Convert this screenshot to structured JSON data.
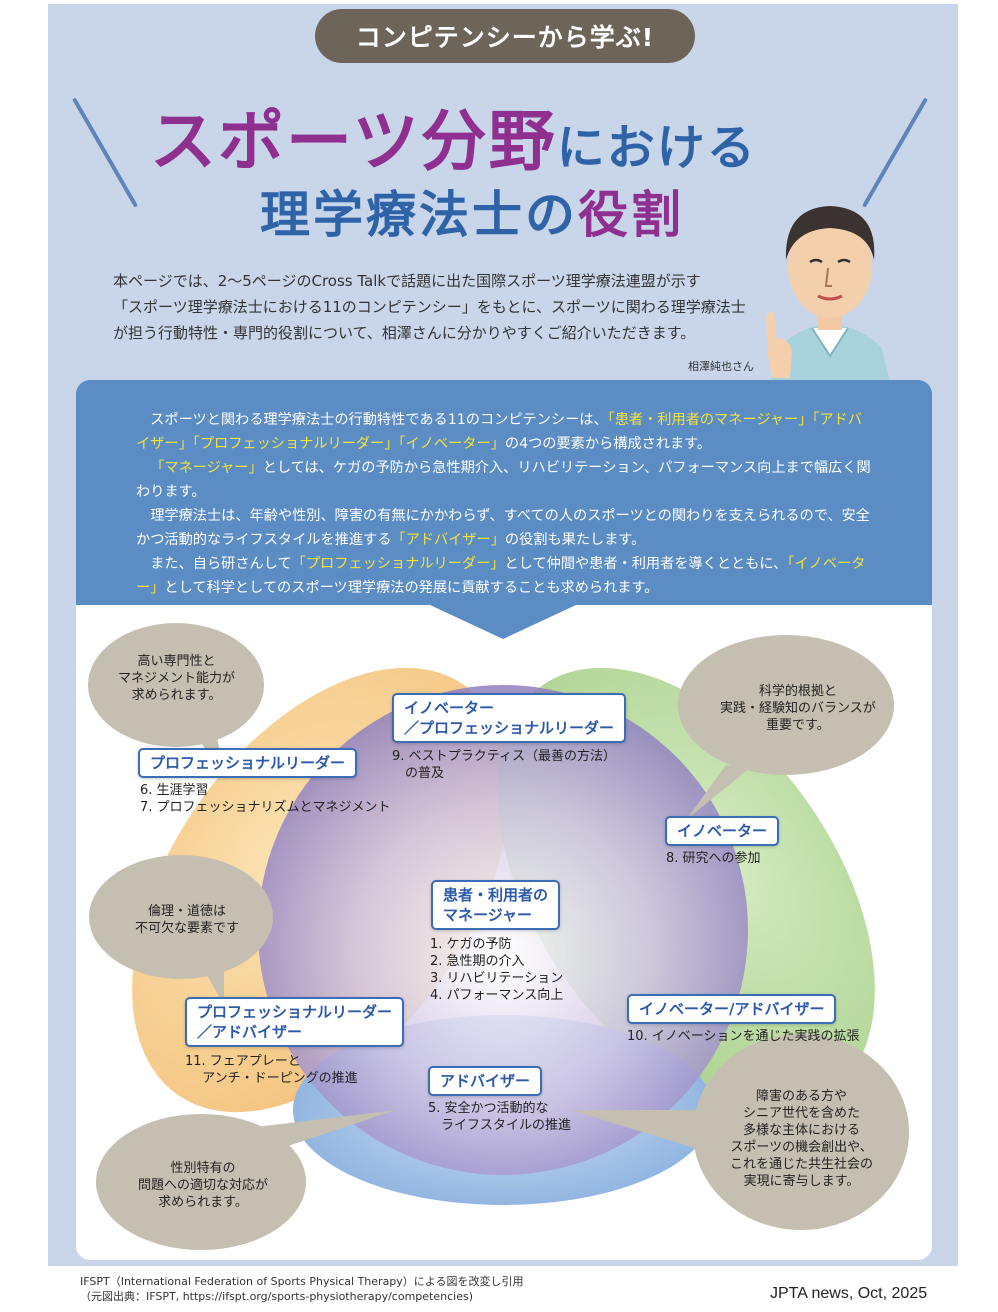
{
  "header": {
    "pill": "コンピテンシーから学ぶ!",
    "title_part1": "スポーツ分野",
    "title_part2": "における",
    "title_part3": "理学療法士の",
    "title_part4": "役割"
  },
  "intro": {
    "line1": "本ページでは、2〜5ページのCross Talkで話題に出た国際スポーツ理学療法連盟が示す",
    "line2": "「スポーツ理学療法士における11のコンピテンシー」をもとに、スポーツに関わる理学療法士",
    "line3": "が担う行動特性・専門的役割について、相澤さんに分かりやすくご紹介いただきます。",
    "person_name": "相澤純也さん"
  },
  "summary": {
    "p1a": "スポーツと関わる理学療法士の行動特性である11のコンピテンシーは、",
    "p1h1": "「患者・利用者のマネージャー」「アドバイザー」「プロフェッショナルリーダー」「イノベーター」",
    "p1b": "の4つの要素から構成されます。",
    "p2h": "「マネージャー」",
    "p2b": "としては、ケガの予防から急性期介入、リハビリテーション、パフォーマンス向上まで幅広く関わります。",
    "p3a": "理学療法士は、年齢や性別、障害の有無にかかわらず、すべての人のスポーツとの関わりを支えられるので、安全かつ活動的なライフスタイルを推進する",
    "p3h": "「アドバイザー」",
    "p3b": "の役割も果たします。",
    "p4a": "また、自ら研さんして",
    "p4h1": "「プロフェッショナルリーダー」",
    "p4b": "として仲間や患者・利用者を導くとともに、",
    "p4h2": "「イノベーター」",
    "p4c": "として科学としてのスポーツ理学療法の発展に貢献することも求められます。"
  },
  "diagram": {
    "labels": {
      "pro_leader": "プロフェッショナルリーダー",
      "innov_pro_line1": "イノベーター",
      "innov_pro_line2": "／プロフェッショナルリーダー",
      "innovator": "イノベーター",
      "manager_line1": "患者・利用者の",
      "manager_line2": "マネージャー",
      "pro_adv_line1": "プロフェッショナルリーダー",
      "pro_adv_line2": "／アドバイザー",
      "innov_adv": "イノベーター/アドバイザー",
      "advisor": "アドバイザー"
    },
    "items": {
      "pro_leader": [
        "6. 生涯学習",
        "7. プロフェッショナリズムとマネジメント"
      ],
      "innov_pro": [
        "9. ベストプラクティス（最善の方法）",
        "　の普及"
      ],
      "innovator": [
        "8. 研究への参加"
      ],
      "manager": [
        "1. ケガの予防",
        "2. 急性期の介入",
        "3. リハビリテーション",
        "4. パフォーマンス向上"
      ],
      "innov_adv": [
        "10. イノベーションを通じた実践の拡張"
      ],
      "pro_adv": [
        "11. フェアプレーと",
        "　 アンチ・ドーピングの推進"
      ],
      "advisor": [
        "5. 安全かつ活動的な",
        "　ライフスタイルの推進"
      ]
    },
    "bubbles": {
      "b1": [
        "高い専門性と",
        "マネジメント能力が",
        "求められます。"
      ],
      "b2": [
        "科学的根拠と",
        "実践・経験知のバランスが",
        "重要です。"
      ],
      "b3": [
        "倫理・道徳は",
        "不可欠な要素です"
      ],
      "b4": [
        "性別特有の",
        "問題への適切な対応が",
        "求められます。"
      ],
      "b5": [
        "障害のある方や",
        "シニア世代を含めた",
        "多様な主体における",
        "スポーツの機会創出や、",
        "これを通じた共生社会の",
        "実現に寄与します。"
      ]
    }
  },
  "footer": {
    "source1": "IFSPT（International Federation of Sports Physical Therapy）による図を改変し引用",
    "source2": "（元図出典：IFSPT, https://ifspt.org/sports-physiotherapy/competencies)",
    "credit": "JPTA news, Oct, 2025"
  },
  "colors": {
    "accent_purple": "#8f2f8f",
    "accent_blue": "#2f63a8",
    "highlight": "#f5e23a",
    "box_blue": "#5b8dc4"
  }
}
